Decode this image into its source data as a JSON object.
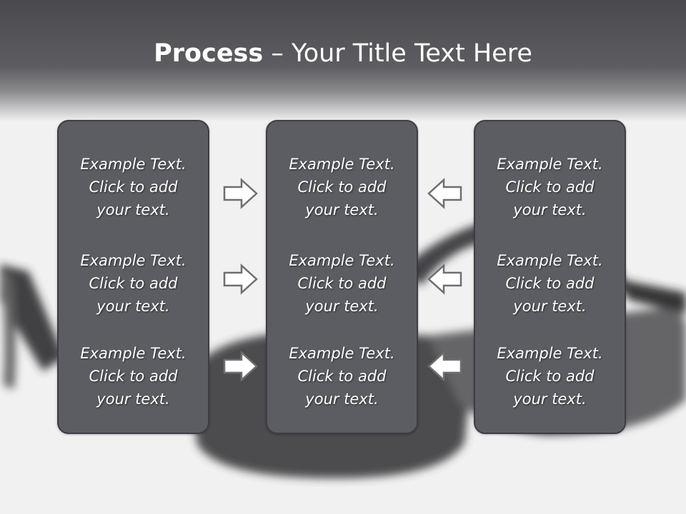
{
  "title": {
    "bold": "Process",
    "rest": " – Your Title Text Here"
  },
  "columns": [
    {
      "items": [
        {
          "line1": "Example Text.",
          "line2": "Click  to add",
          "line3": "your text."
        },
        {
          "line1": "Example Text.",
          "line2": "Click  to add",
          "line3": "your text."
        },
        {
          "line1": "Example Text.",
          "line2": "Click  to add",
          "line3": "your text."
        }
      ]
    },
    {
      "items": [
        {
          "line1": "Example Text.",
          "line2": "Click  to add",
          "line3": "your text."
        },
        {
          "line1": "Example Text.",
          "line2": "Click  to add",
          "line3": "your text."
        },
        {
          "line1": "Example Text.",
          "line2": "Click  to add",
          "line3": "your text."
        }
      ]
    },
    {
      "items": [
        {
          "line1": "Example Text.",
          "line2": "Click  to add",
          "line3": "your text."
        },
        {
          "line1": "Example Text.",
          "line2": "Click  to add",
          "line3": "your text."
        },
        {
          "line1": "Example Text.",
          "line2": "Click  to add",
          "line3": "your text."
        }
      ]
    }
  ],
  "arrows": {
    "left_group": "right-arrow-icon",
    "right_group": "left-arrow-icon"
  },
  "colors": {
    "box_fill": "#5c5d62",
    "box_border": "#3d3e42",
    "header": "#4a4a4e",
    "text": "#ffffff"
  }
}
